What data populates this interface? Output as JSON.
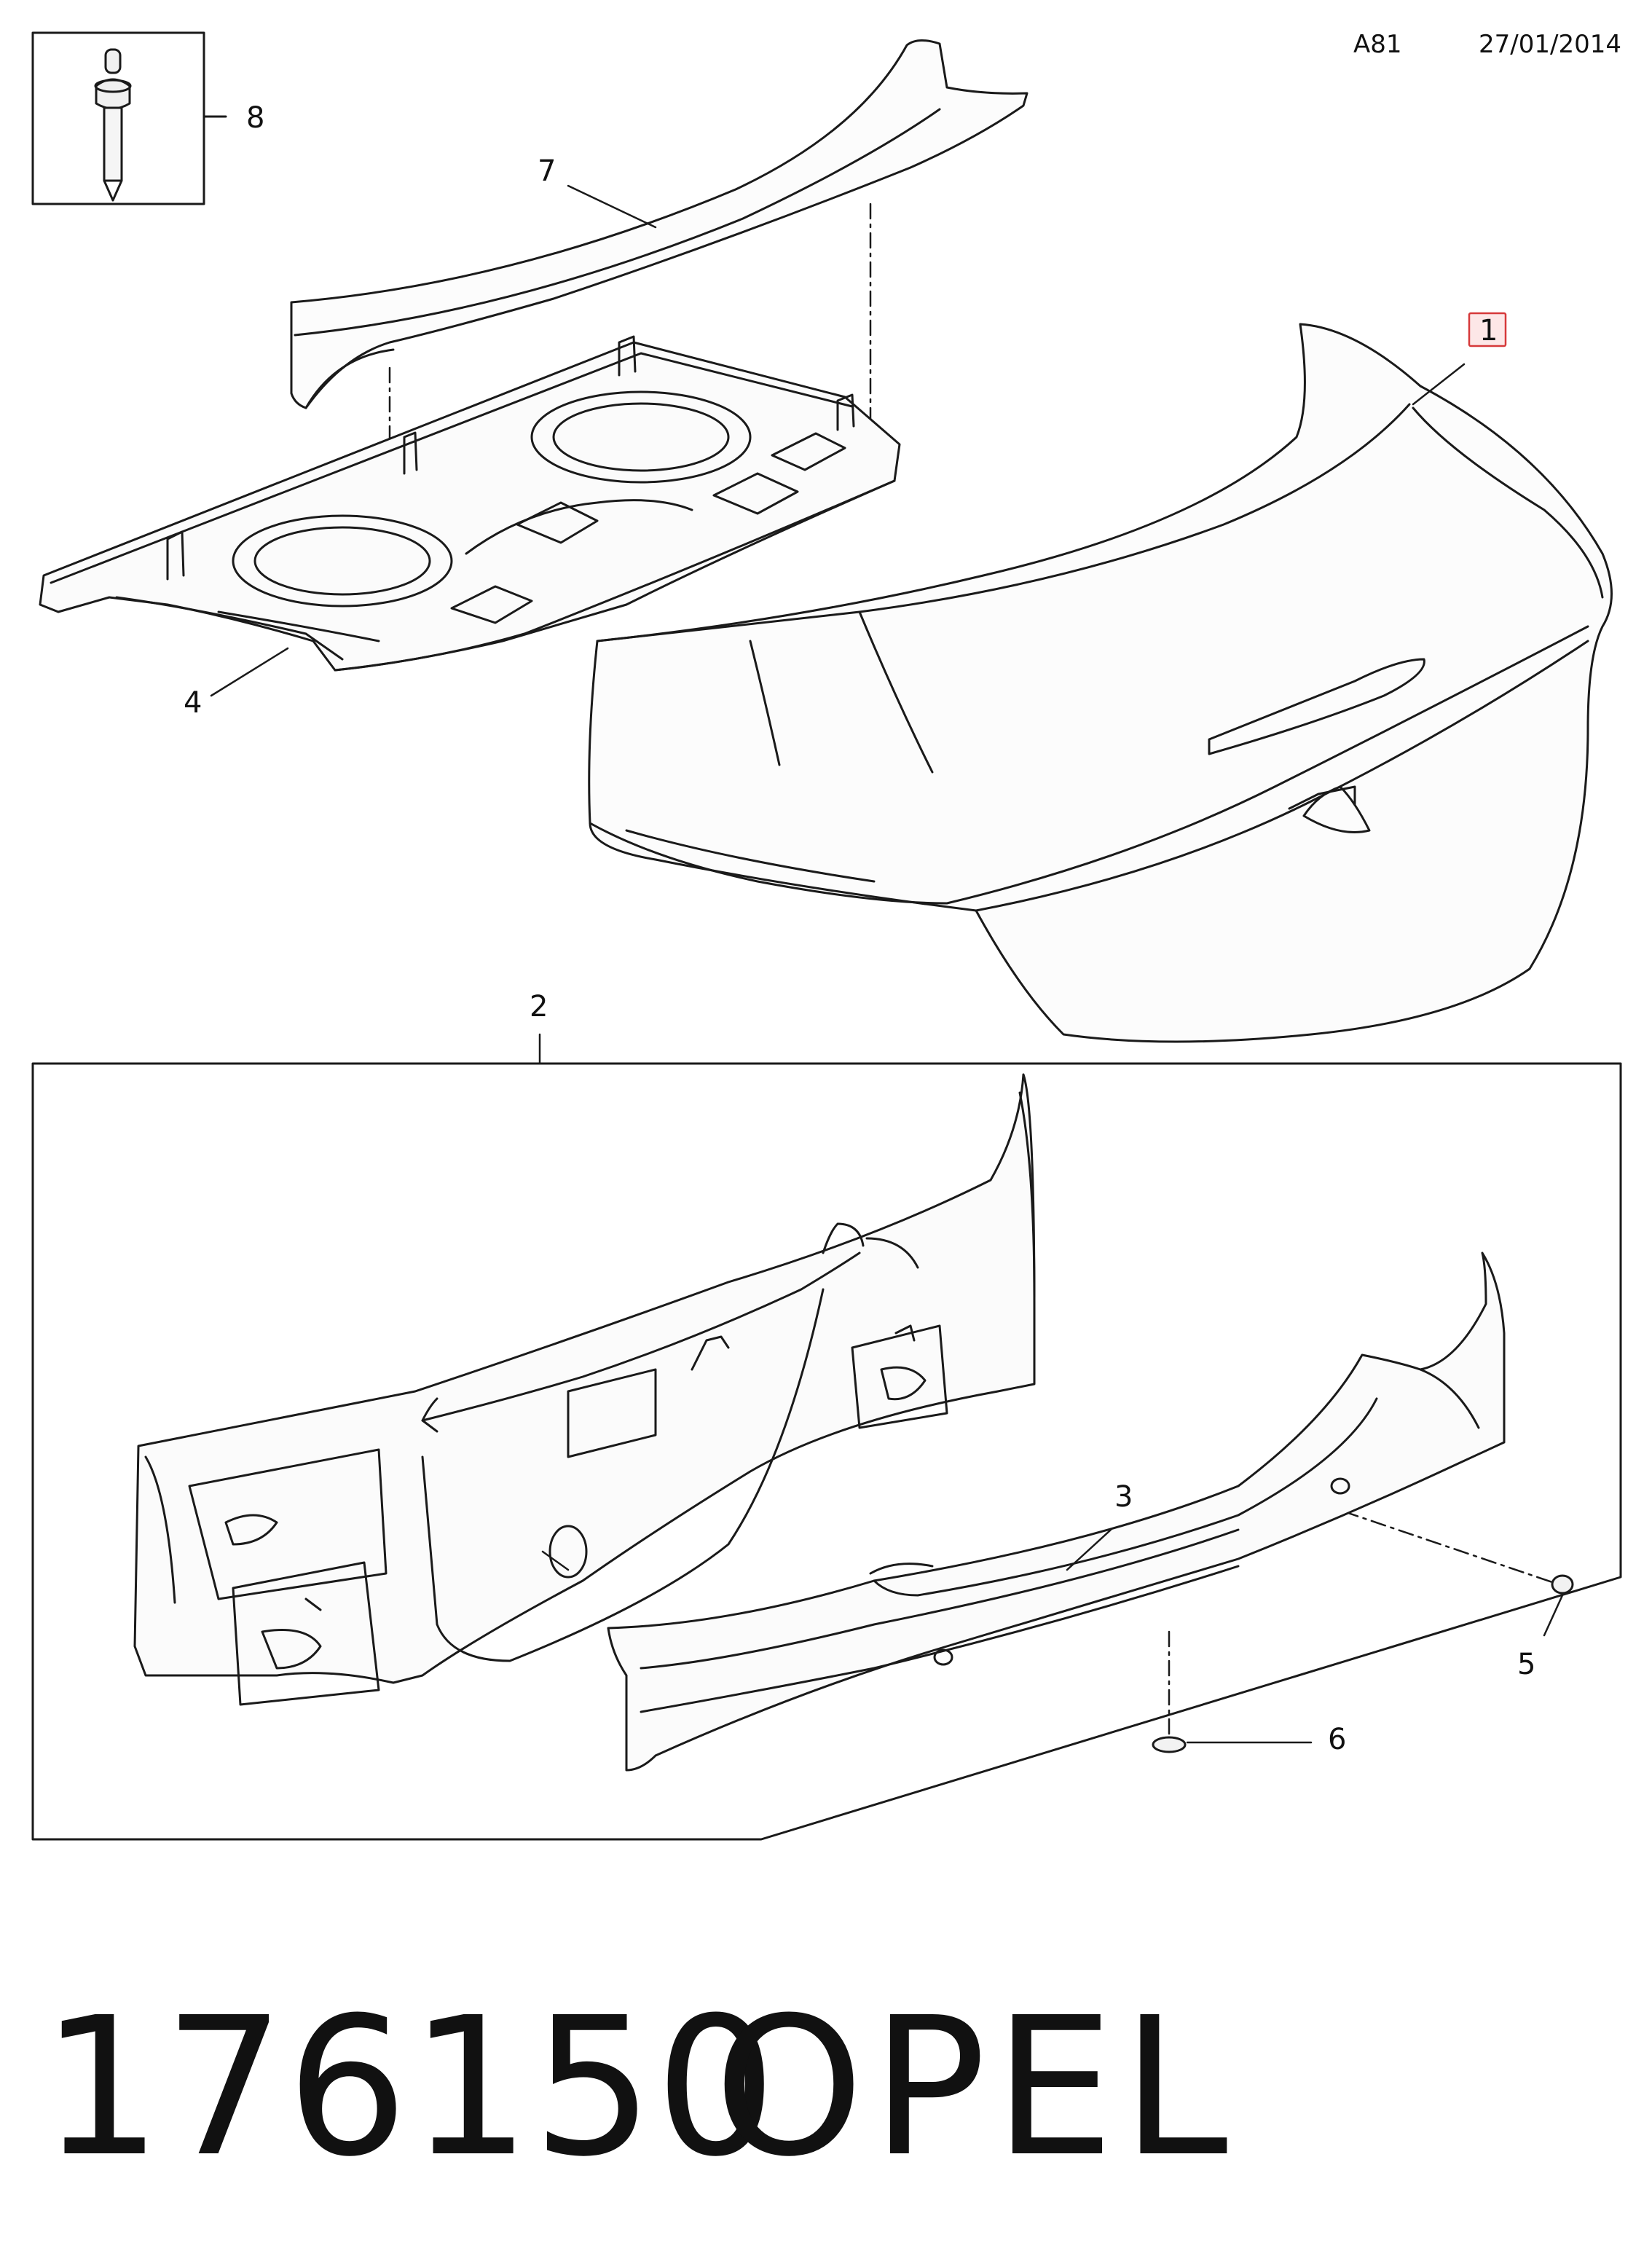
{
  "header": {
    "code": "A81",
    "date": "27/01/2014"
  },
  "callouts": {
    "c1": "1",
    "c2": "2",
    "c3": "3",
    "c4": "4",
    "c5": "5",
    "c6": "6",
    "c7": "7",
    "c8": "8"
  },
  "highlight": {
    "callout": "1",
    "fill": "#fde7e7",
    "stroke": "#d6393a"
  },
  "footer": {
    "part_number": "176150",
    "brand": "OPEL"
  }
}
